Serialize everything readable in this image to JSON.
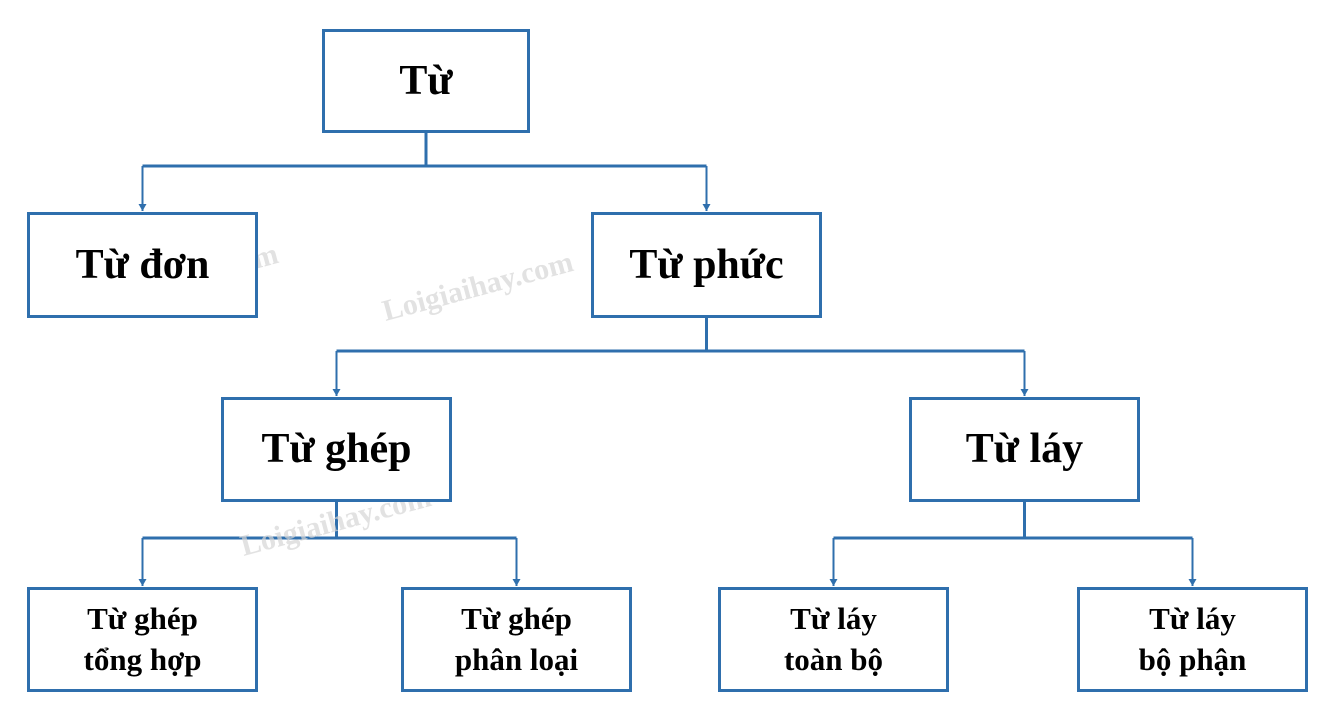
{
  "diagram": {
    "line_color": "#2f6fad",
    "nodes": {
      "root": {
        "label": "Từ"
      },
      "don": {
        "label": "Từ đơn"
      },
      "phuc": {
        "label": "Từ phức"
      },
      "ghep": {
        "label": "Từ ghép"
      },
      "lay": {
        "label": "Từ láy"
      },
      "ghep_tong_hop": {
        "line1": "Từ ghép",
        "line2": "tổng hợp"
      },
      "ghep_phan_loai": {
        "line1": "Từ ghép",
        "line2": "phân loại"
      },
      "lay_toan_bo": {
        "line1": "Từ láy",
        "line2": "toàn bộ"
      },
      "lay_bo_phan": {
        "line1": "Từ láy",
        "line2": "bộ phận"
      }
    },
    "edges": [
      [
        "root",
        "don"
      ],
      [
        "root",
        "phuc"
      ],
      [
        "phuc",
        "ghep"
      ],
      [
        "phuc",
        "lay"
      ],
      [
        "ghep",
        "ghep_tong_hop"
      ],
      [
        "ghep",
        "ghep_phan_loai"
      ],
      [
        "lay",
        "lay_toan_bo"
      ],
      [
        "lay",
        "lay_bo_phan"
      ]
    ]
  },
  "watermark": {
    "text": "Loigiaihay.com"
  }
}
